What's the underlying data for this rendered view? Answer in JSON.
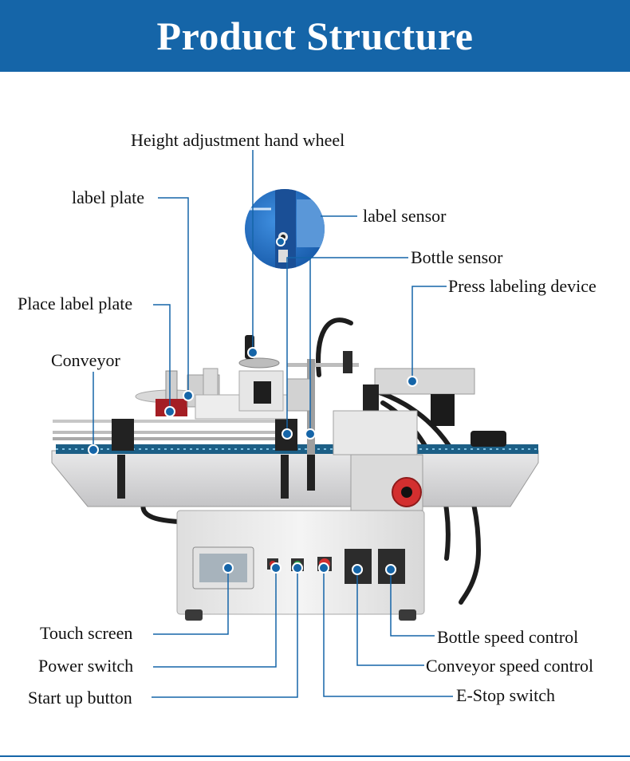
{
  "title": "Product Structure",
  "accent_color": "#1565a8",
  "callouts": {
    "height_wheel": "Height adjustment hand wheel",
    "label_plate": "label plate",
    "label_sensor": "label sensor",
    "bottle_sensor": "Bottle sensor",
    "press_device": "Press labeling device",
    "place_label_plate": "Place label plate",
    "conveyor": "Conveyor",
    "touch_screen": "Touch screen",
    "power_switch": "Power switch",
    "start_button": "Start up button",
    "bottle_speed": "Bottle speed control",
    "conveyor_speed": "Conveyor speed control",
    "estop": "E-Stop switch"
  }
}
